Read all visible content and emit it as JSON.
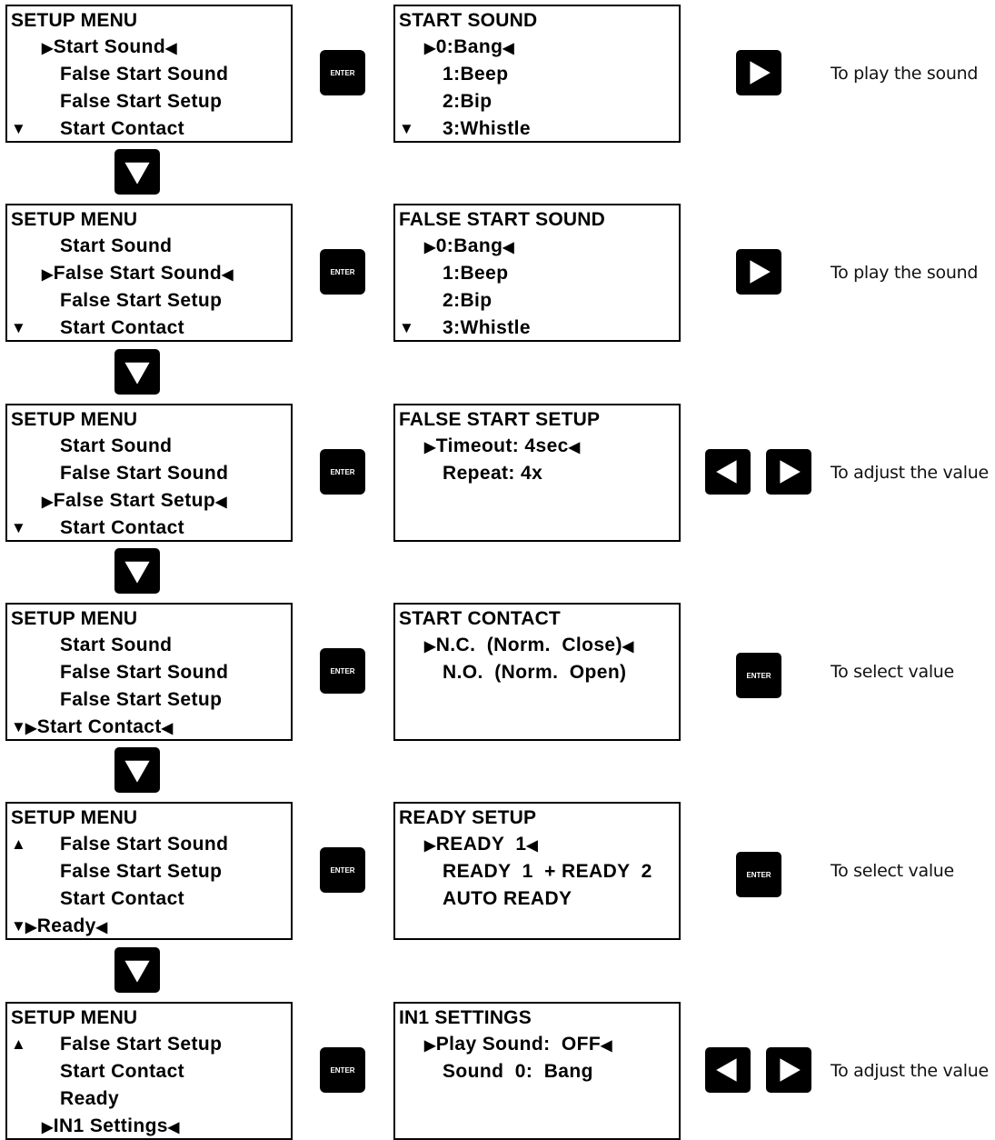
{
  "key_labels": {
    "enter": "ENTER"
  },
  "icons": {
    "down": "down-arrow-key-icon",
    "enter": "enter-key-icon",
    "right": "right-arrow-key-icon",
    "left": "left-arrow-key-icon"
  },
  "colors": {
    "background": "#ffffff",
    "ink": "#000000",
    "key": "#000000"
  },
  "steps": [
    {
      "menu": {
        "title": "SETUP MENU",
        "lines": [
          {
            "marker": "",
            "selected": true,
            "text": "Start Sound"
          },
          {
            "marker": "",
            "selected": false,
            "text": "False Start Sound"
          },
          {
            "marker": "",
            "selected": false,
            "text": "False Start Setup"
          },
          {
            "marker": "▼",
            "selected": false,
            "text": "Start Contact"
          }
        ]
      },
      "screen": {
        "title": "START SOUND",
        "lines": [
          {
            "marker": "",
            "selected": true,
            "text": "0:Bang"
          },
          {
            "marker": "",
            "selected": false,
            "text": "1:Beep"
          },
          {
            "marker": "",
            "selected": false,
            "text": "2:Bip"
          },
          {
            "marker": "▼",
            "selected": false,
            "text": "3:Whistle"
          }
        ]
      },
      "actions": [
        "right"
      ],
      "hint": "To play the sound"
    },
    {
      "menu": {
        "title": "SETUP MENU",
        "lines": [
          {
            "marker": "",
            "selected": false,
            "text": "Start Sound"
          },
          {
            "marker": "",
            "selected": true,
            "text": "False Start Sound"
          },
          {
            "marker": "",
            "selected": false,
            "text": "False Start Setup"
          },
          {
            "marker": "▼",
            "selected": false,
            "text": "Start Contact"
          }
        ]
      },
      "screen": {
        "title": "FALSE START SOUND",
        "lines": [
          {
            "marker": "",
            "selected": true,
            "text": "0:Bang"
          },
          {
            "marker": "",
            "selected": false,
            "text": "1:Beep"
          },
          {
            "marker": "",
            "selected": false,
            "text": "2:Bip"
          },
          {
            "marker": "▼",
            "selected": false,
            "text": "3:Whistle"
          }
        ]
      },
      "actions": [
        "right"
      ],
      "hint": "To play the sound"
    },
    {
      "menu": {
        "title": "SETUP MENU",
        "lines": [
          {
            "marker": "",
            "selected": false,
            "text": "Start Sound"
          },
          {
            "marker": "",
            "selected": false,
            "text": "False Start Sound"
          },
          {
            "marker": "",
            "selected": true,
            "text": "False Start Setup"
          },
          {
            "marker": "▼",
            "selected": false,
            "text": "Start Contact"
          }
        ]
      },
      "screen": {
        "title": "FALSE START SETUP",
        "lines": [
          {
            "marker": "",
            "selected": true,
            "text": "Timeout: 4sec"
          },
          {
            "marker": "",
            "selected": false,
            "text": "Repeat: 4x"
          }
        ]
      },
      "actions": [
        "left",
        "right"
      ],
      "hint": "To adjust the value"
    },
    {
      "menu": {
        "title": "SETUP MENU",
        "lines": [
          {
            "marker": "",
            "selected": false,
            "text": "Start Sound"
          },
          {
            "marker": "",
            "selected": false,
            "text": "False Start Sound"
          },
          {
            "marker": "",
            "selected": false,
            "text": "False Start Setup"
          },
          {
            "marker": "▼",
            "selected": true,
            "text": "Start Contact"
          }
        ]
      },
      "screen": {
        "title": "START CONTACT",
        "lines": [
          {
            "marker": "",
            "selected": true,
            "text": "N.C.  (Norm.  Close)"
          },
          {
            "marker": "",
            "selected": false,
            "text": "N.O.  (Norm.  Open)"
          }
        ]
      },
      "actions": [
        "enter"
      ],
      "hint": "To select value"
    },
    {
      "menu": {
        "title": "SETUP MENU",
        "lines": [
          {
            "marker": "▲",
            "selected": false,
            "text": "False Start Sound"
          },
          {
            "marker": "",
            "selected": false,
            "text": "False Start Setup"
          },
          {
            "marker": "",
            "selected": false,
            "text": "Start Contact"
          },
          {
            "marker": "▼",
            "selected": true,
            "text": "Ready"
          }
        ]
      },
      "screen": {
        "title": "READY SETUP",
        "lines": [
          {
            "marker": "",
            "selected": true,
            "text": "READY  1"
          },
          {
            "marker": "",
            "selected": false,
            "text": "READY  1  + READY  2"
          },
          {
            "marker": "",
            "selected": false,
            "text": "AUTO READY"
          }
        ]
      },
      "actions": [
        "enter"
      ],
      "hint": "To select value"
    },
    {
      "menu": {
        "title": "SETUP MENU",
        "lines": [
          {
            "marker": "▲",
            "selected": false,
            "text": "False Start Setup"
          },
          {
            "marker": "",
            "selected": false,
            "text": "Start Contact"
          },
          {
            "marker": "",
            "selected": false,
            "text": "Ready"
          },
          {
            "marker": "",
            "selected": true,
            "text": "IN1 Settings"
          }
        ]
      },
      "screen": {
        "title": "IN1 SETTINGS",
        "lines": [
          {
            "marker": "",
            "selected": true,
            "text": "Play Sound:  OFF"
          },
          {
            "marker": "",
            "selected": false,
            "text": "Sound  0:  Bang"
          }
        ]
      },
      "actions": [
        "left",
        "right"
      ],
      "hint": "To adjust the value"
    }
  ]
}
